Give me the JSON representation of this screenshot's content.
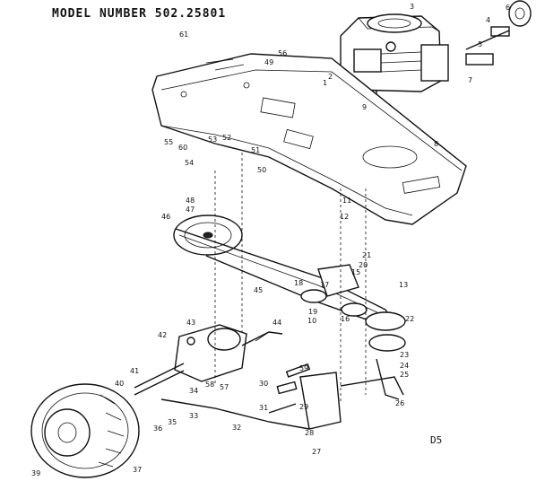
{
  "header": {
    "model_label": "MODEL NUMBER 502.25801"
  },
  "footer": {
    "diagram_code": "D5"
  },
  "callouts": [
    "1",
    "2",
    "3",
    "4",
    "5",
    "6",
    "7",
    "8",
    "9",
    "10",
    "11",
    "12",
    "13",
    "15",
    "16",
    "17",
    "18",
    "19",
    "20",
    "21",
    "22",
    "23",
    "24",
    "25",
    "26",
    "27",
    "28",
    "29",
    "30",
    "31",
    "32",
    "33",
    "34",
    "35",
    "36",
    "37",
    "39",
    "40",
    "41",
    "42",
    "43",
    "44",
    "45",
    "46",
    "47",
    "48",
    "49",
    "50",
    "51",
    "52",
    "53",
    "54",
    "55",
    "56",
    "57",
    "58",
    "59",
    "60",
    "61"
  ]
}
